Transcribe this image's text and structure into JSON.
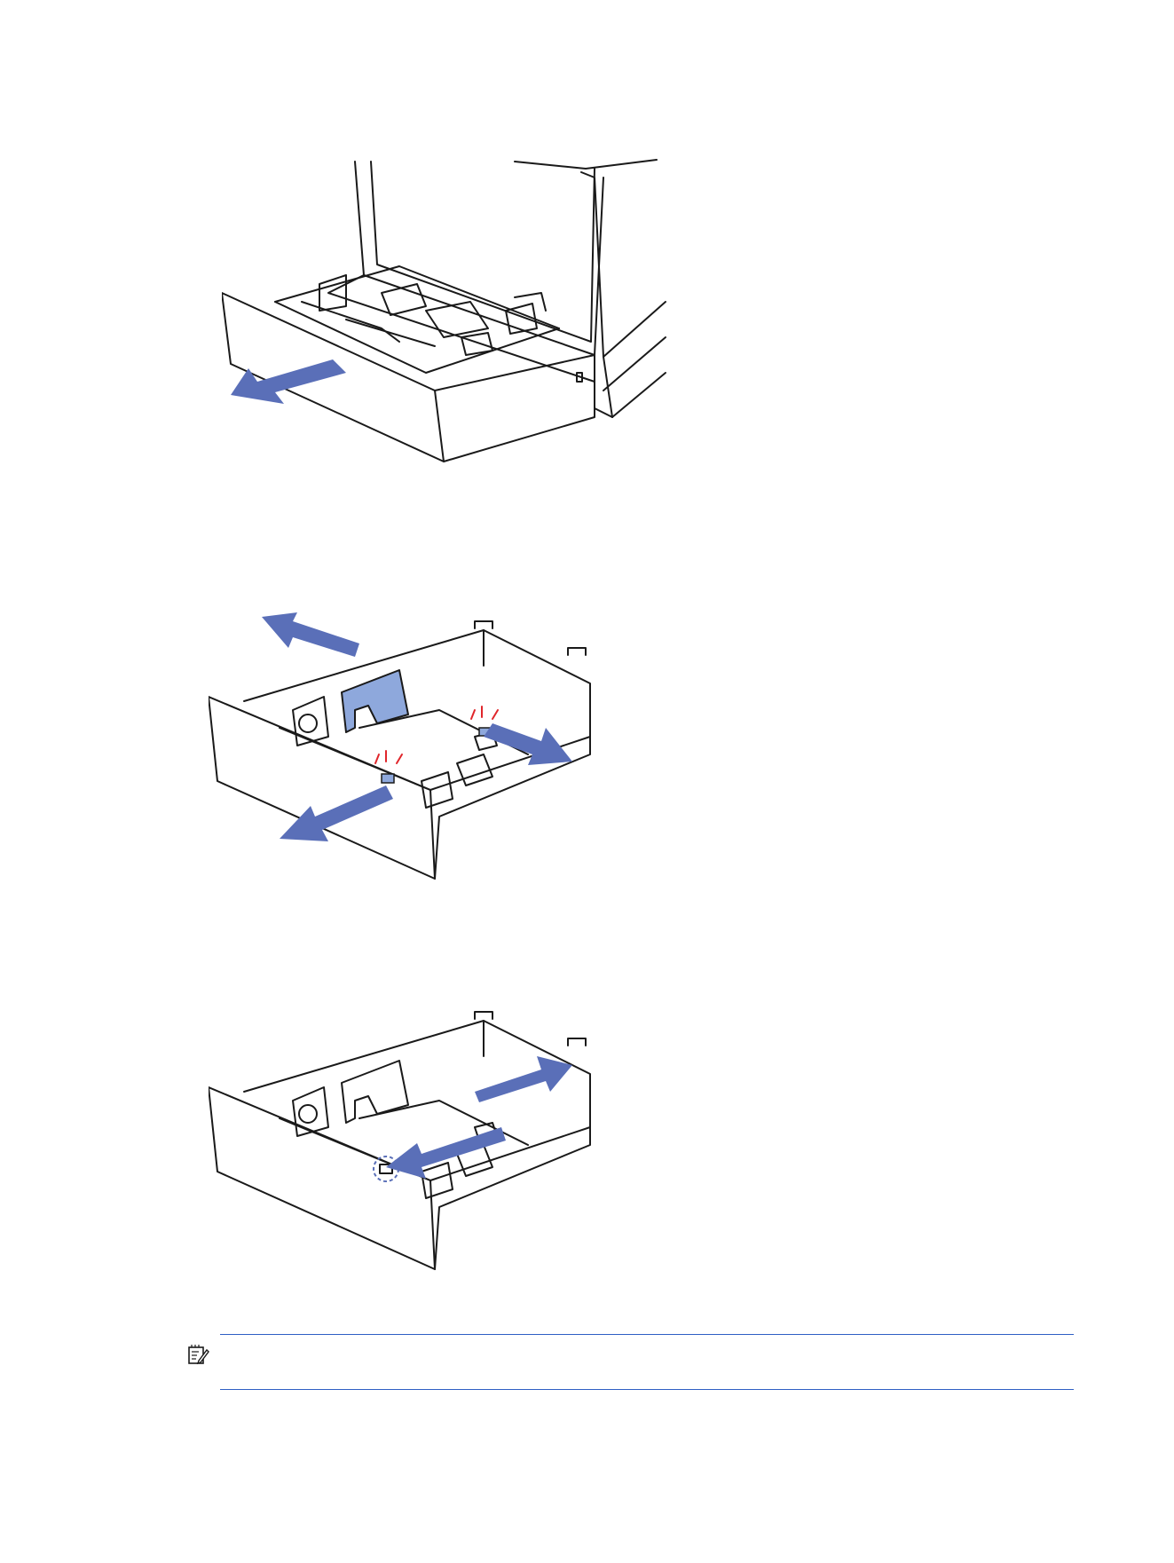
{
  "note": {
    "text": "",
    "icon": "note-icon"
  },
  "colors": {
    "arrow": "#5a6fb8",
    "highlight_fill": "#8ea8dc",
    "callout_red": "#e0262b",
    "rule": "#2f5fc4",
    "line": "#1a1a1a"
  },
  "figures": [
    {
      "name": "open-tray",
      "icon": "pull-tray-arrow"
    },
    {
      "name": "adjust-guides",
      "icon": "slide-guides-arrows"
    },
    {
      "name": "close-guides",
      "icon": "push-guides-arrows"
    }
  ]
}
